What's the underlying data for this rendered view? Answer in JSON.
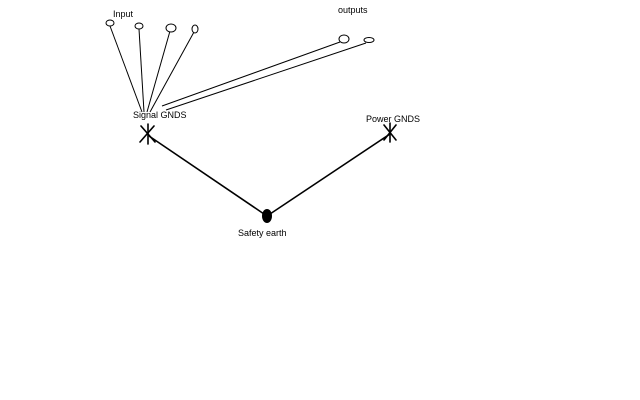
{
  "labels": {
    "input": "Input",
    "outputs": "outputs",
    "signal_gnds": "Signal GNDS",
    "power_gnds": "Power GNDS",
    "safety_earth": "Safety earth"
  },
  "colors": {
    "ink": "#000000",
    "background": "#ffffff"
  }
}
